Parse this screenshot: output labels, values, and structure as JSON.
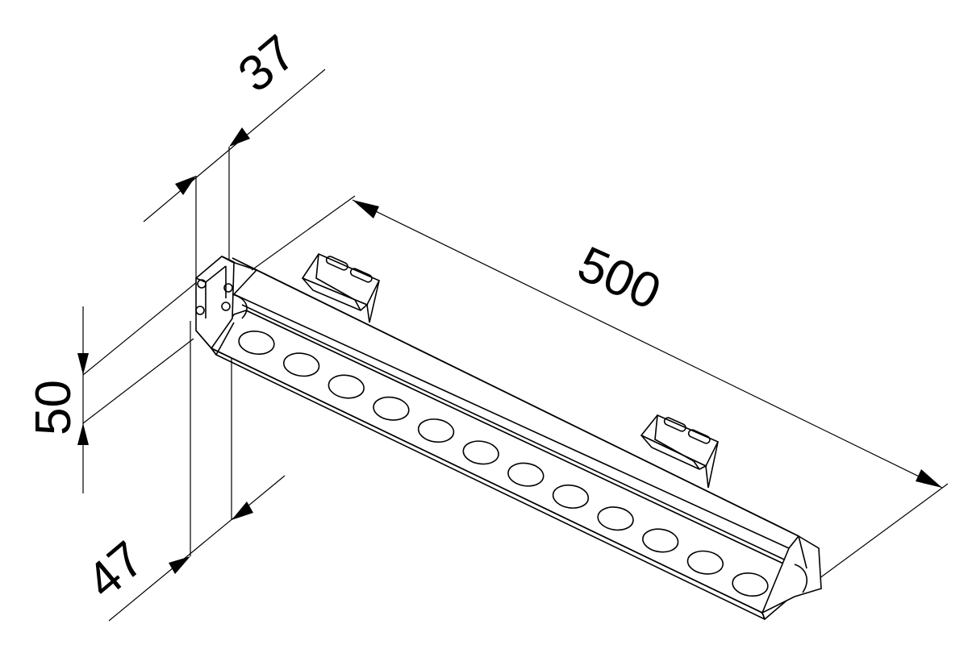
{
  "diagram": {
    "dimensions": {
      "length": "500",
      "depth_top": "37",
      "height": "50",
      "depth_bottom": "47"
    },
    "led_count": 12
  }
}
